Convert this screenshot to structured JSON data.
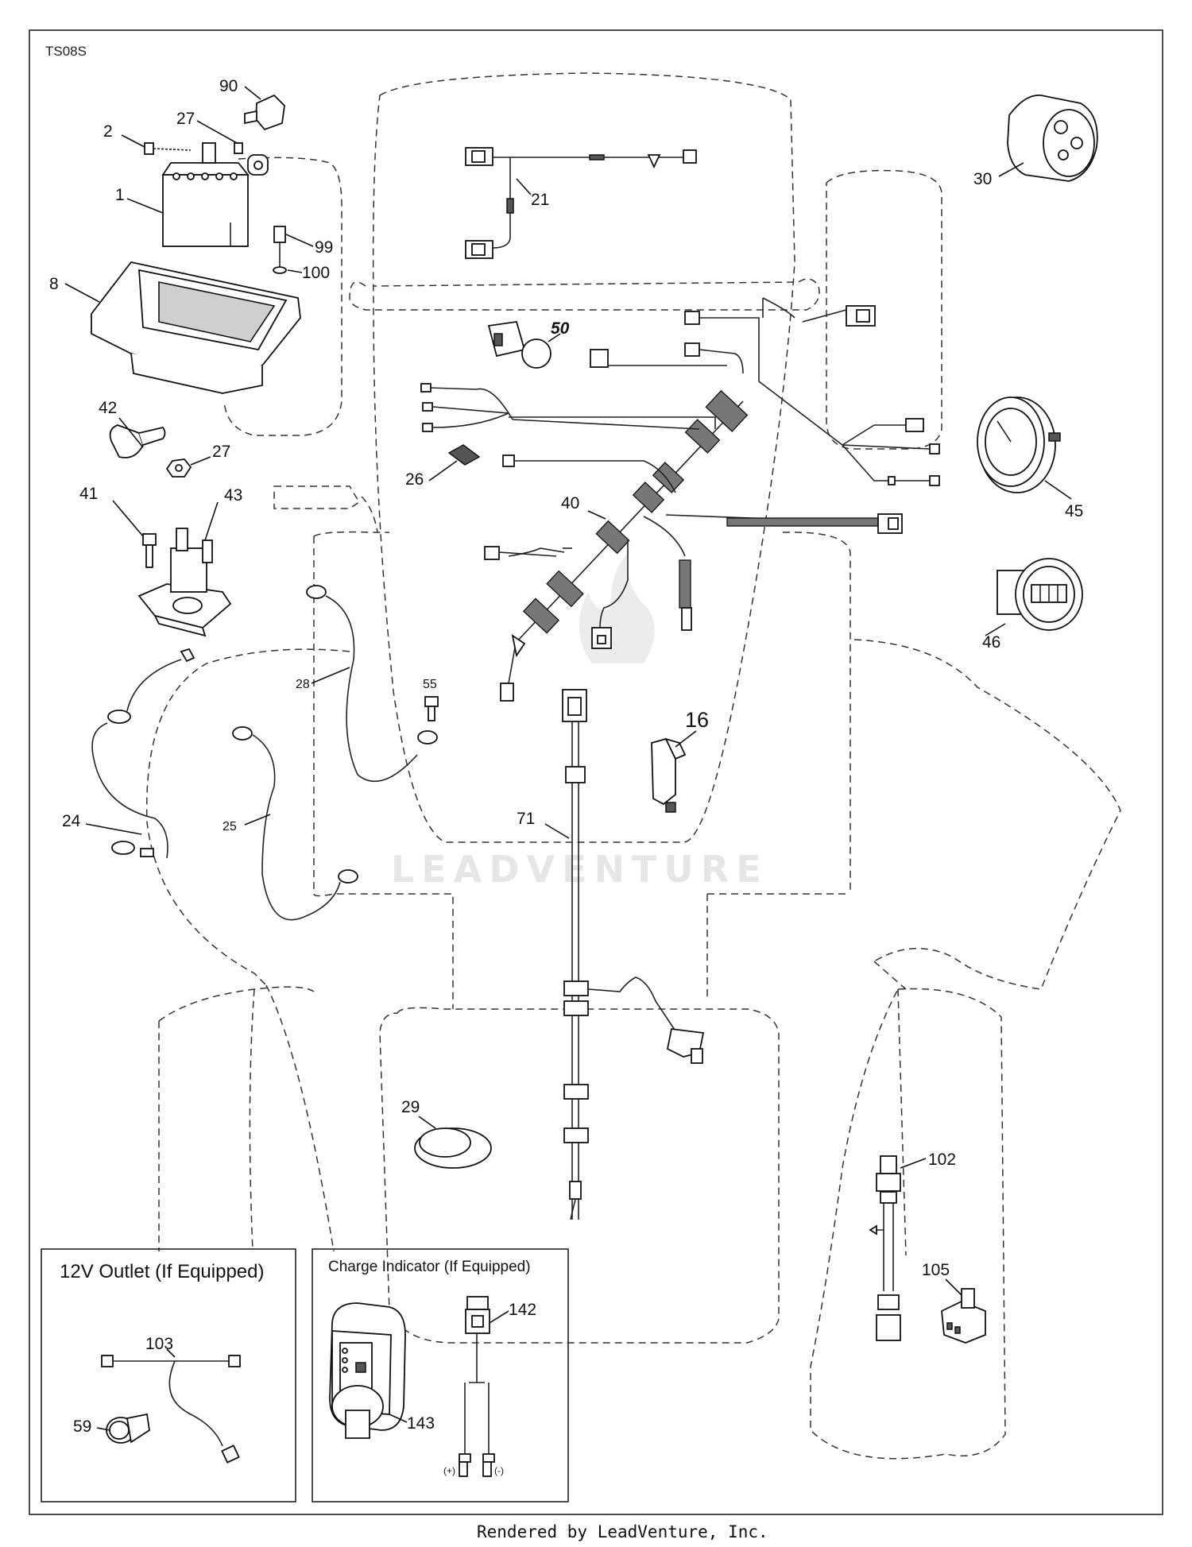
{
  "diagram_code": "TS08S",
  "callouts": {
    "c1": "1",
    "c2": "2",
    "c8": "8",
    "c16": "16",
    "c21": "21",
    "c24": "24",
    "c25": "25",
    "c26": "26",
    "c27a": "27",
    "c27b": "27",
    "c28": "28",
    "c29": "29",
    "c30": "30",
    "c40": "40",
    "c41": "41",
    "c42": "42",
    "c43": "43",
    "c45": "45",
    "c46": "46",
    "c50": "50",
    "c55": "55",
    "c59": "59",
    "c71": "71",
    "c90": "90",
    "c99": "99",
    "c100": "100",
    "c102": "102",
    "c103": "103",
    "c105": "105",
    "c142": "142",
    "c143": "143"
  },
  "boxes": {
    "outlet_title": "12V Outlet (If Equipped)",
    "charge_title": "Charge Indicator (If Equipped)",
    "plus_label": "(+)",
    "minus_label": "(-)"
  },
  "watermark": "LEADVENTURE",
  "footer": "Rendered by LeadVenture, Inc."
}
